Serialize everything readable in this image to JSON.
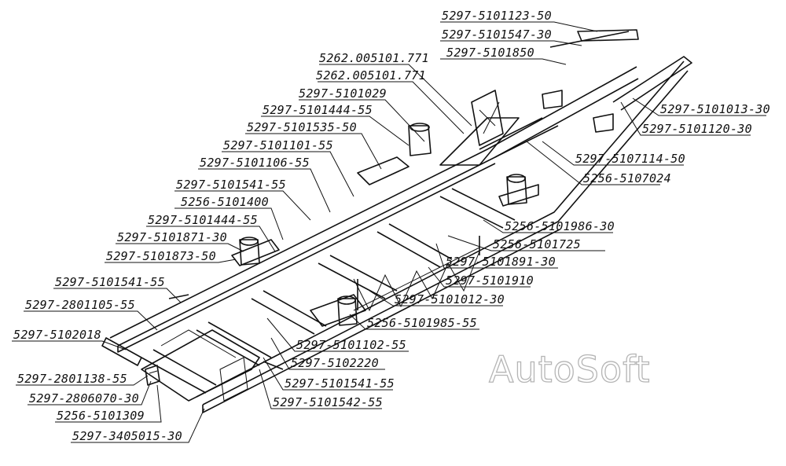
{
  "labels": [
    {
      "id": "l01",
      "text": "5297-5101123-50"
    },
    {
      "id": "l02",
      "text": "5297-5101547-30"
    },
    {
      "id": "l03",
      "text": "5297-5101850"
    },
    {
      "id": "l04",
      "text": "5262.005101.771"
    },
    {
      "id": "l05",
      "text": "5262.005101.771"
    },
    {
      "id": "l06",
      "text": "5297-5101029"
    },
    {
      "id": "l07",
      "text": "5297-5101444-55"
    },
    {
      "id": "l08",
      "text": "5297-5101535-50"
    },
    {
      "id": "l09",
      "text": "5297-5101101-55"
    },
    {
      "id": "l10",
      "text": "5297-5101106-55"
    },
    {
      "id": "l11",
      "text": "5297-5101541-55"
    },
    {
      "id": "l12",
      "text": "5256-5101400"
    },
    {
      "id": "l13",
      "text": "5297-5101444-55"
    },
    {
      "id": "l14",
      "text": "5297-5101871-30"
    },
    {
      "id": "l15",
      "text": "5297-5101873-50"
    },
    {
      "id": "l16",
      "text": "5297-5101541-55"
    },
    {
      "id": "l17",
      "text": "5297-2801105-55"
    },
    {
      "id": "l18",
      "text": "5297-5102018"
    },
    {
      "id": "l19",
      "text": "5297-2801138-55"
    },
    {
      "id": "l20",
      "text": "5297-2806070-30"
    },
    {
      "id": "l21",
      "text": "5256-5101309"
    },
    {
      "id": "l22",
      "text": "5297-3405015-30"
    },
    {
      "id": "l23",
      "text": "5297-5101013-30"
    },
    {
      "id": "l24",
      "text": "5297-5101120-30"
    },
    {
      "id": "l25",
      "text": "5297-5107114-50"
    },
    {
      "id": "l26",
      "text": "5256-5107024"
    },
    {
      "id": "l27",
      "text": "5256-5101986-30"
    },
    {
      "id": "l28",
      "text": "5256-5101725"
    },
    {
      "id": "l29",
      "text": "5297-5101891-30"
    },
    {
      "id": "l30",
      "text": "5297-5101910"
    },
    {
      "id": "l31",
      "text": "5297-5101012-30"
    },
    {
      "id": "l32",
      "text": "5256-5101985-55"
    },
    {
      "id": "l33",
      "text": "5297-5101102-55"
    },
    {
      "id": "l34",
      "text": "5297-5102220"
    },
    {
      "id": "l35",
      "text": "5297-5101541-55"
    },
    {
      "id": "l36",
      "text": "5297-5101542-55"
    }
  ],
  "watermark": "AutoSoft"
}
